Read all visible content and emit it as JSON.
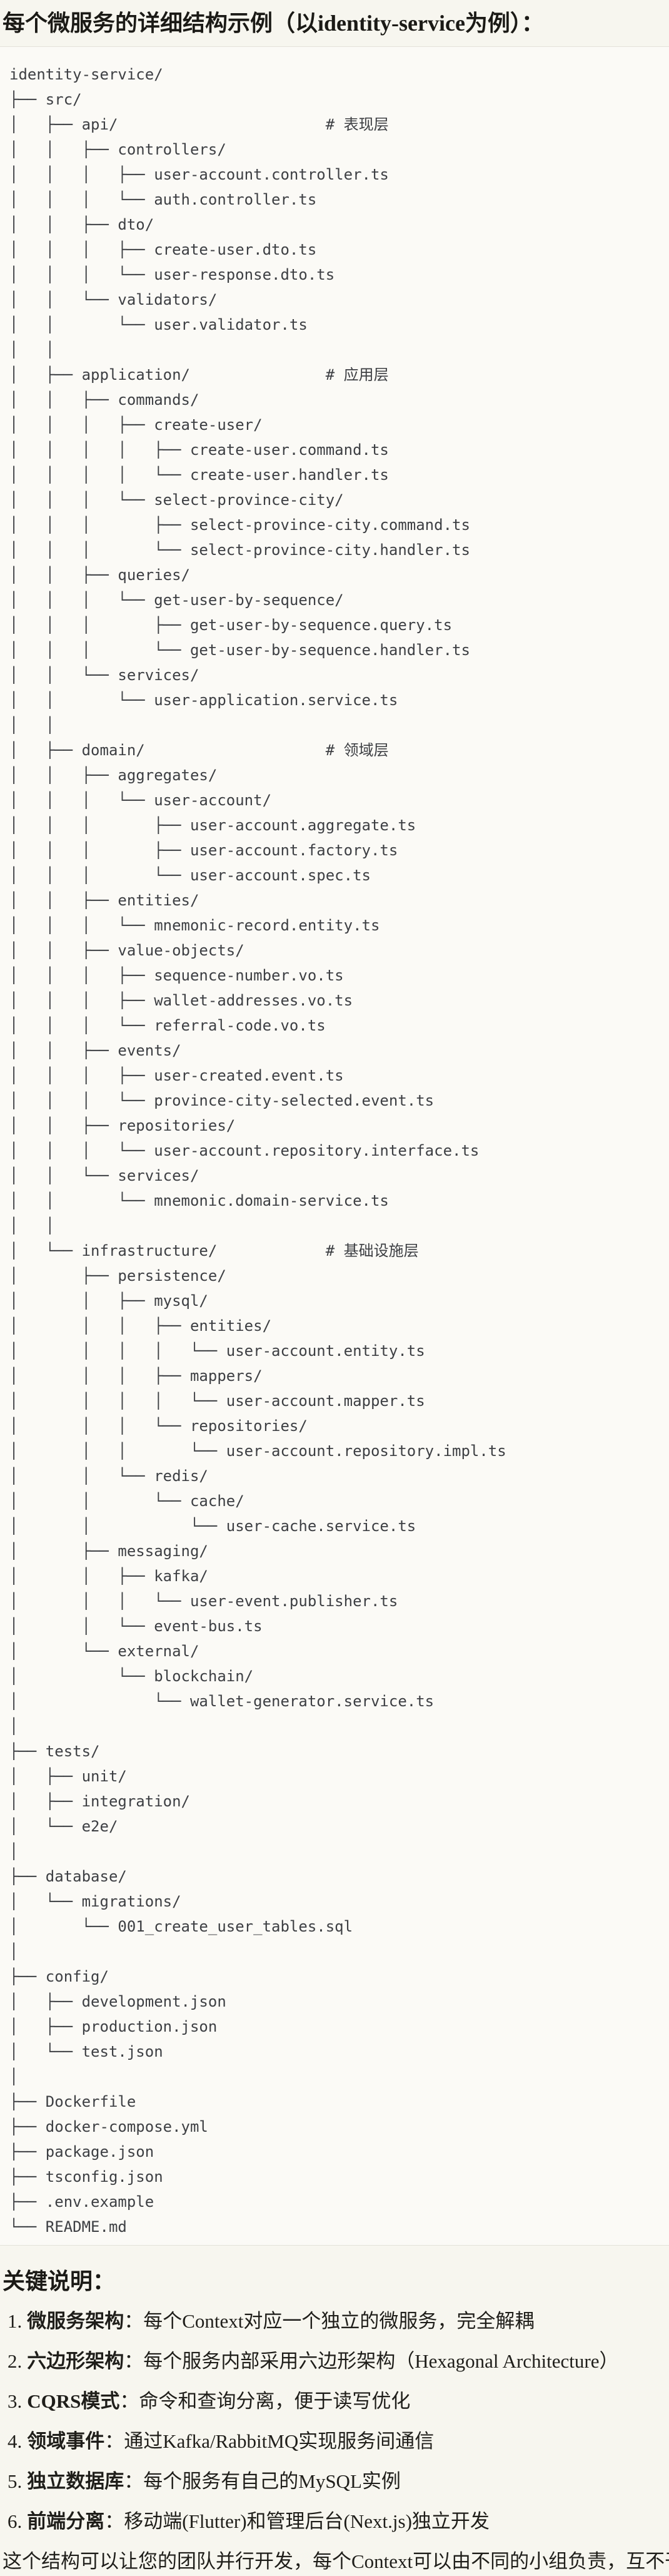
{
  "title": "每个微服务的详细结构示例（以identity-service为例）：",
  "code_block": {
    "lines": [
      "identity-service/",
      "├── src/",
      "│   ├── api/                       # 表现层",
      "│   │   ├── controllers/",
      "│   │   │   ├── user-account.controller.ts",
      "│   │   │   └── auth.controller.ts",
      "│   │   ├── dto/",
      "│   │   │   ├── create-user.dto.ts",
      "│   │   │   └── user-response.dto.ts",
      "│   │   └── validators/",
      "│   │       └── user.validator.ts",
      "│   │",
      "│   ├── application/               # 应用层",
      "│   │   ├── commands/",
      "│   │   │   ├── create-user/",
      "│   │   │   │   ├── create-user.command.ts",
      "│   │   │   │   └── create-user.handler.ts",
      "│   │   │   └── select-province-city/",
      "│   │   │       ├── select-province-city.command.ts",
      "│   │   │       └── select-province-city.handler.ts",
      "│   │   ├── queries/",
      "│   │   │   └── get-user-by-sequence/",
      "│   │   │       ├── get-user-by-sequence.query.ts",
      "│   │   │       └── get-user-by-sequence.handler.ts",
      "│   │   └── services/",
      "│   │       └── user-application.service.ts",
      "│   │",
      "│   ├── domain/                    # 领域层",
      "│   │   ├── aggregates/",
      "│   │   │   └── user-account/",
      "│   │   │       ├── user-account.aggregate.ts",
      "│   │   │       ├── user-account.factory.ts",
      "│   │   │       └── user-account.spec.ts",
      "│   │   ├── entities/",
      "│   │   │   └── mnemonic-record.entity.ts",
      "│   │   ├── value-objects/",
      "│   │   │   ├── sequence-number.vo.ts",
      "│   │   │   ├── wallet-addresses.vo.ts",
      "│   │   │   └── referral-code.vo.ts",
      "│   │   ├── events/",
      "│   │   │   ├── user-created.event.ts",
      "│   │   │   └── province-city-selected.event.ts",
      "│   │   ├── repositories/",
      "│   │   │   └── user-account.repository.interface.ts",
      "│   │   └── services/",
      "│   │       └── mnemonic.domain-service.ts",
      "│   │",
      "│   └── infrastructure/            # 基础设施层",
      "│       ├── persistence/",
      "│       │   ├── mysql/",
      "│       │   │   ├── entities/",
      "│       │   │   │   └── user-account.entity.ts",
      "│       │   │   ├── mappers/",
      "│       │   │   │   └── user-account.mapper.ts",
      "│       │   │   └── repositories/",
      "│       │   │       └── user-account.repository.impl.ts",
      "│       │   └── redis/",
      "│       │       └── cache/",
      "│       │           └── user-cache.service.ts",
      "│       ├── messaging/",
      "│       │   ├── kafka/",
      "│       │   │   └── user-event.publisher.ts",
      "│       │   └── event-bus.ts",
      "│       └── external/",
      "│           └── blockchain/",
      "│               └── wallet-generator.service.ts",
      "│",
      "├── tests/",
      "│   ├── unit/",
      "│   ├── integration/",
      "│   └── e2e/",
      "│",
      "├── database/",
      "│   └── migrations/",
      "│       └── 001_create_user_tables.sql",
      "│",
      "├── config/",
      "│   ├── development.json",
      "│   ├── production.json",
      "│   └── test.json",
      "│",
      "├── Dockerfile",
      "├── docker-compose.yml",
      "├── package.json",
      "├── tsconfig.json",
      "├── .env.example",
      "└── README.md"
    ]
  },
  "key_notes": {
    "heading": "关键说明：",
    "items": [
      {
        "num": "1.",
        "label": "微服务架构",
        "text": "：每个Context对应一个独立的微服务，完全解耦"
      },
      {
        "num": "2.",
        "label": "六边形架构",
        "text": "：每个服务内部采用六边形架构（Hexagonal Architecture）"
      },
      {
        "num": "3.",
        "label": "CQRS模式",
        "text": "：命令和查询分离，便于读写优化"
      },
      {
        "num": "4.",
        "label": "领域事件",
        "text": "：通过Kafka/RabbitMQ实现服务间通信"
      },
      {
        "num": "5.",
        "label": "独立数据库",
        "text": "：每个服务有自己的MySQL实例"
      },
      {
        "num": "6.",
        "label": "前端分离",
        "text": "：移动端(Flutter)和管理后台(Next.js)独立开发"
      }
    ]
  },
  "closing": "这个结构可以让您的团队并行开发，每个Context可以由不同的小组负责，互不干扰。",
  "colors": {
    "page_bg": "#f7f6ef",
    "code_bg": "#fbfaf6",
    "divider": "#e4e2da",
    "heading_text": "#1b1a16",
    "code_text": "#3d3f43"
  }
}
